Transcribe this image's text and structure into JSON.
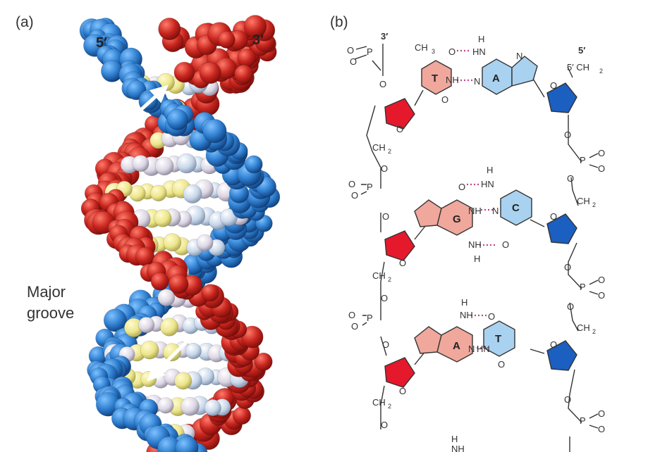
{
  "panel_a": {
    "label": "(a)",
    "end_5": "5′",
    "end_3": "3′",
    "annotation": "Major groove"
  },
  "panel_b": {
    "label": "(b)",
    "end_3": "3′",
    "end_5": "5′",
    "ch2_5": "5′ CH",
    "ch3": "CH",
    "ch2": "CH",
    "sub2": "2",
    "sub3": "3",
    "phosphorus": "P",
    "oxygen": "O",
    "nitrogen": "N",
    "nh": "NH",
    "hn": "HN",
    "h": "H",
    "pairs": [
      {
        "left": "T",
        "right": "A"
      },
      {
        "left": "G",
        "right": "C"
      },
      {
        "left": "A",
        "right": "T"
      }
    ]
  },
  "colors": {
    "strand_red": "#c42b26",
    "strand_blue": "#2f7fd0",
    "base_yellow": "#efe98c",
    "base_pale": "#ddd9e6",
    "base_lightblue": "#c9d8ea",
    "purine_pink": "#f0a79c",
    "pyrimidine_blue": "#a9d2f0",
    "sugar_red": "#e5182c",
    "sugar_blue": "#1b5fc0",
    "hbond": "#c0458a"
  }
}
